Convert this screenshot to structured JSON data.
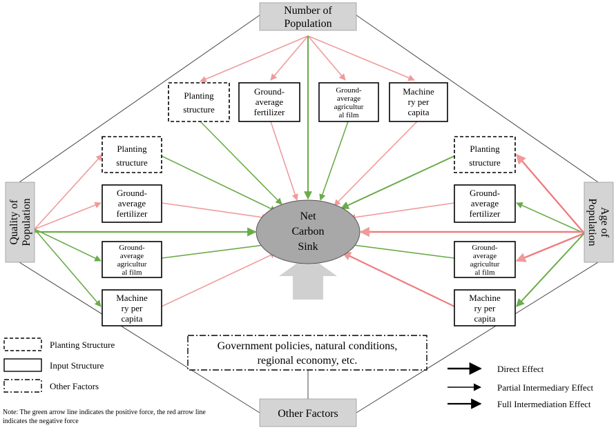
{
  "nodes": {
    "top": [
      "Number of",
      "Population"
    ],
    "left": [
      "Quality of",
      "Population"
    ],
    "right": [
      "Age of",
      "Population"
    ],
    "bottom": [
      "Other Factors"
    ],
    "center": [
      "Net",
      "Carbon",
      "Sink"
    ],
    "policy": [
      "Government policies, natural conditions,",
      "regional economy, etc."
    ]
  },
  "top_boxes": {
    "planting": [
      "Planting",
      "structure"
    ],
    "fertilizer": [
      "Ground-",
      "average",
      "fertilizer"
    ],
    "film": [
      "Ground-",
      "average",
      "agricultur",
      "al film"
    ],
    "machine": [
      "Machine",
      "ry per",
      "capita"
    ]
  },
  "left_boxes": {
    "planting": [
      "Planting",
      "structure"
    ],
    "fertilizer": [
      "Ground-",
      "average",
      "fertilizer"
    ],
    "film": [
      "Ground-",
      "average",
      "agricultur",
      "al film"
    ],
    "machine": [
      "Machine",
      "ry per",
      "capita"
    ]
  },
  "right_boxes": {
    "planting": [
      "Planting",
      "structure"
    ],
    "fertilizer": [
      "Ground-",
      "average",
      "fertilizer"
    ],
    "film": [
      "Ground-",
      "average",
      "agricultur",
      "al film"
    ],
    "machine": [
      "Machine",
      "ry per",
      "capita"
    ]
  },
  "legend": {
    "planting": "Planting Structure",
    "input": "Input Structure",
    "other": "Other Factors",
    "direct": "Direct Effect",
    "partial": "Partial Intermediary Effect",
    "full": "Full Intermediation Effect"
  },
  "note": [
    "Note: The green arrow line indicates the positive force, the red arrow line",
    "indicates the negative force"
  ],
  "colors": {
    "positive": "#6aab4a",
    "negative": "#f09a9a",
    "negative_strong": "#ee7c80",
    "node_fill": "#d4d4d4",
    "center_fill": "#a8a8a8",
    "big_arrow": "#d0d0d0"
  }
}
